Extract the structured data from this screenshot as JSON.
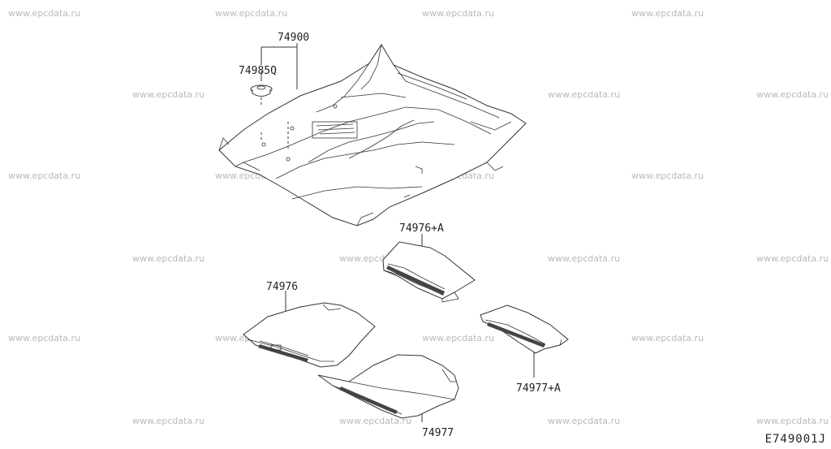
{
  "watermark_text": "www.epcdata.ru",
  "diagram_code": "E749001J",
  "parts": {
    "carpet_assy": "74900",
    "clip": "74985Q",
    "mat_front_lh_plus": "74976+A",
    "mat_front_lh": "74976",
    "mat_rear_rh": "74977",
    "mat_rear_rh_plus": "74977+A"
  }
}
